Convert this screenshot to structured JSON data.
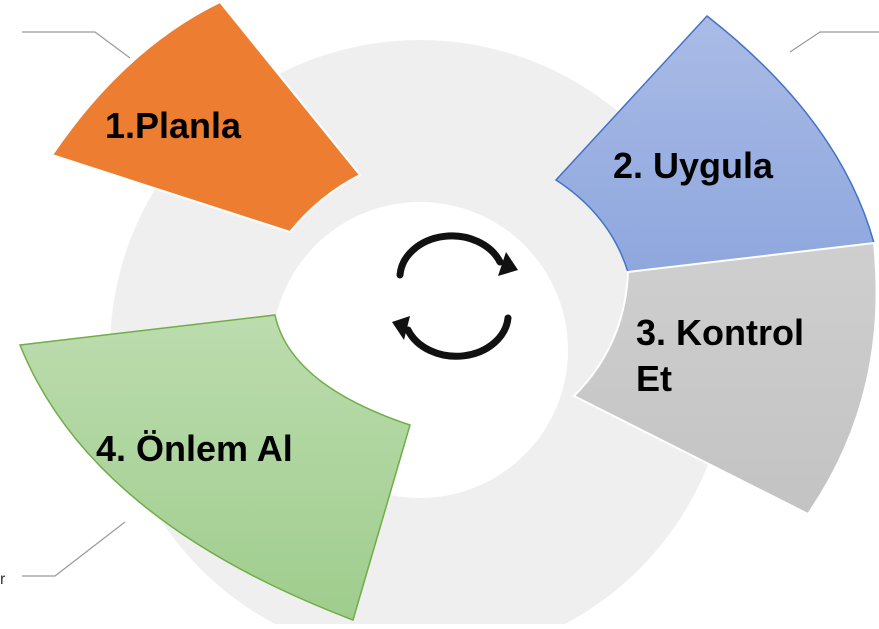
{
  "diagram": {
    "center_icon": "refresh-cycle-icon",
    "stray_char": "r",
    "ring_color": "#efefef",
    "connector_color": "#9a9a9a",
    "segments": [
      {
        "id": "planla",
        "label_lines": [
          "1.Planla"
        ],
        "fill": "#ed7d31",
        "fill_light": "#ed7d31",
        "stroke": "#ffffff"
      },
      {
        "id": "uygula",
        "label_lines": [
          "2. Uygula"
        ],
        "fill": "#8ea7de",
        "fill_light": "#aabbe6",
        "stroke": "#4472c4"
      },
      {
        "id": "kontrol-et",
        "label_lines": [
          "3. Kontrol",
          "Et"
        ],
        "fill": "#c3c3c3",
        "fill_light": "#cfcfcf",
        "stroke": "#ffffff"
      },
      {
        "id": "onlem-al",
        "label_lines": [
          "4. Önlem Al"
        ],
        "fill": "#9fcd8d",
        "fill_light": "#bcdcae",
        "stroke": "#70ad47"
      }
    ]
  }
}
